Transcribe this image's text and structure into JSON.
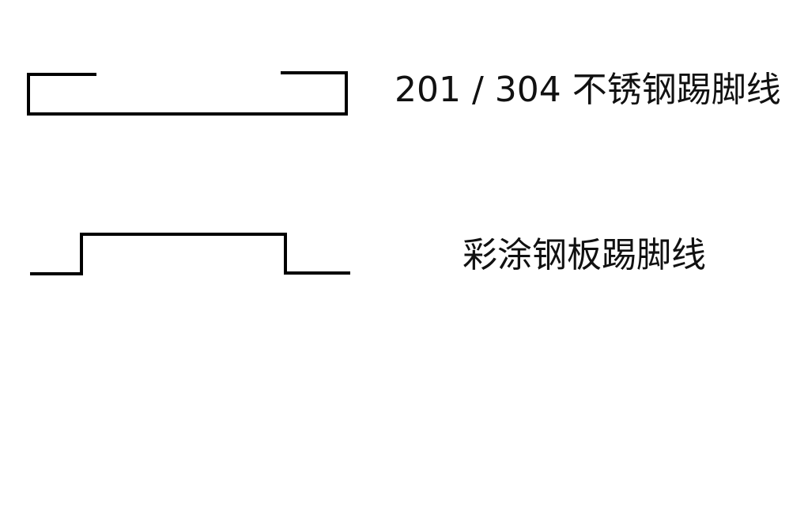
{
  "items": [
    {
      "name": "stainless-steel-skirting",
      "label": "201 / 304 不锈钢踢脚线",
      "profile_shape": "channel-with-inward-lips"
    },
    {
      "name": "color-coated-steel-skirting",
      "label": "彩涂钢板踢脚线",
      "profile_shape": "raised-hat-with-flanges"
    }
  ],
  "colors": {
    "stroke": "#000000",
    "text": "#111111",
    "background": "#ffffff"
  }
}
